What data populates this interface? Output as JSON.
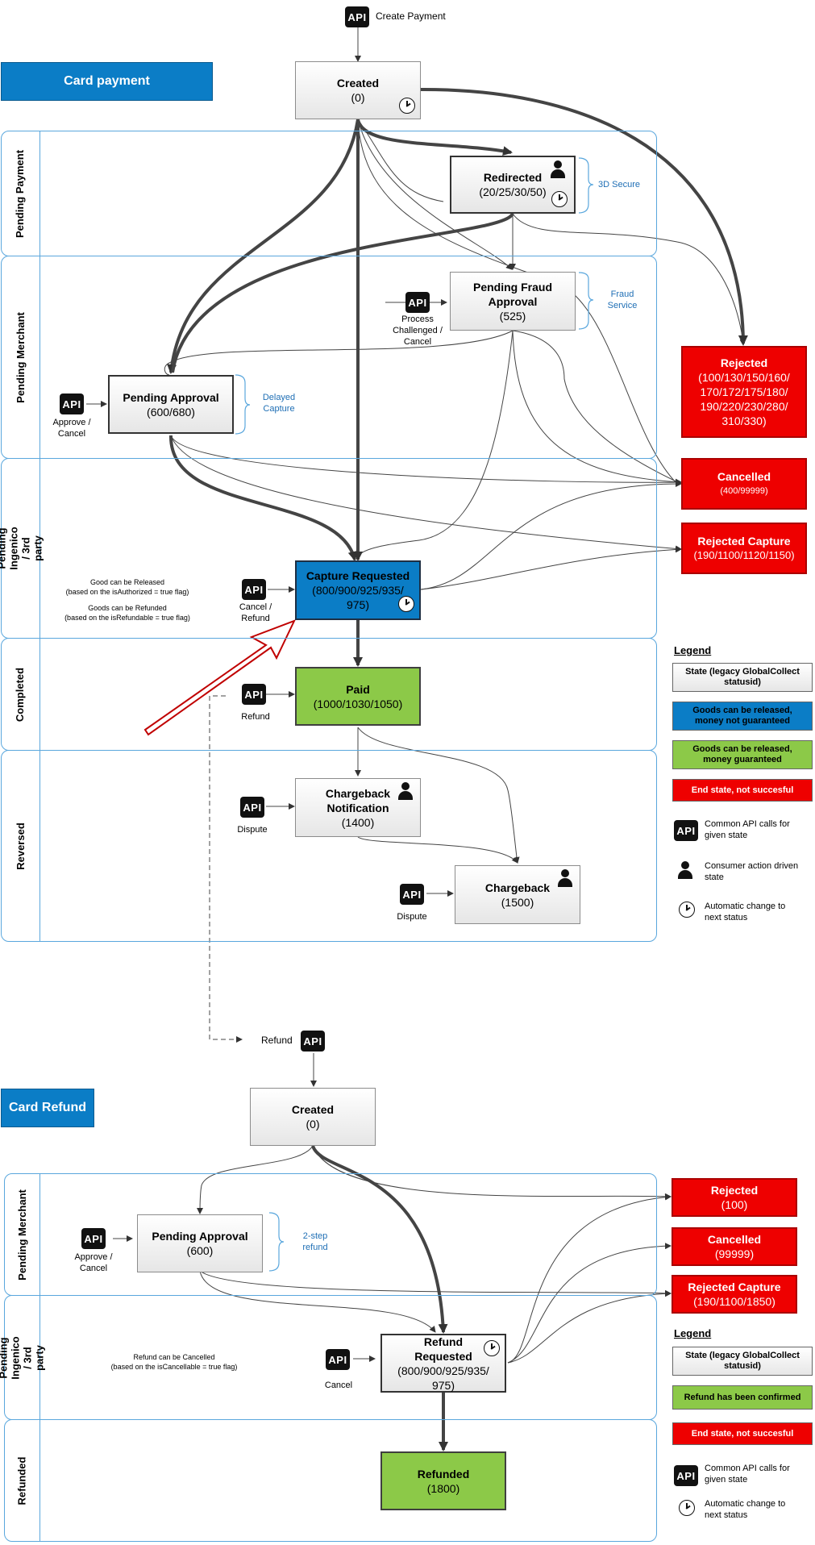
{
  "payment": {
    "header": "Card payment",
    "create_label": "Create Payment",
    "lanes": [
      "Pending Payment",
      "Pending Merchant",
      "Pending Ingenico / 3rd party",
      "Completed",
      "Reversed"
    ],
    "states": {
      "created": {
        "title": "Created",
        "code": "(0)"
      },
      "redirected": {
        "title": "Redirected",
        "code": "(20/25/30/50)"
      },
      "fraud": {
        "title": "Pending Fraud Approval",
        "code": "(525)"
      },
      "approval": {
        "title": "Pending Approval",
        "code": "(600/680)"
      },
      "capture": {
        "title": "Capture Requested",
        "code": "(800/900/925/935/ 975)"
      },
      "paid": {
        "title": "Paid",
        "code": "(1000/1030/1050)"
      },
      "cb_notification": {
        "title": "Chargeback Notification",
        "code": "(1400)"
      },
      "chargeback": {
        "title": "Chargeback",
        "code": "(1500)"
      },
      "rejected": {
        "title": "Rejected",
        "code": "(100/130/150/160/ 170/172/175/180/ 190/220/230/280/ 310/330)"
      },
      "cancelled": {
        "title": "Cancelled",
        "code": "(400/99999)"
      },
      "rejected_capture": {
        "title": "Rejected Capture",
        "code": "(190/1100/1120/1150)"
      }
    },
    "annotations": {
      "secure": "3D Secure",
      "fraud_service": "Fraud Service",
      "delayed": "Delayed Capture"
    },
    "api_labels": {
      "fraud": "Process Challenged / Cancel",
      "approval": "Approve / Cancel",
      "capture": "Cancel / Refund",
      "paid": "Refund",
      "cb_notification": "Dispute",
      "chargeback": "Dispute"
    },
    "notes": {
      "release": "Good can be Released",
      "release_sub": "(based on the isAuthorized = true flag)",
      "refund": "Goods can be Refunded",
      "refund_sub": "(based on the isRefundable = true flag)"
    },
    "legend": {
      "title": "Legend",
      "state": "State (legacy GlobalCollect statusid)",
      "blue": "Goods can be released, money not guaranteed",
      "green": "Goods can be released, money guaranteed",
      "red": "End state, not succesful",
      "api": "Common API calls for given state",
      "consumer": "Consumer action driven state",
      "auto": "Automatic change to next status"
    }
  },
  "refund": {
    "header": "Card Refund",
    "refund_label": "Refund",
    "lanes": [
      "Pending Merchant",
      "Pending Ingenico / 3rd party",
      "Refunded"
    ],
    "states": {
      "created": {
        "title": "Created",
        "code": "(0)"
      },
      "approval": {
        "title": "Pending Approval",
        "code": "(600)"
      },
      "requested": {
        "title": "Refund Requested",
        "code": "(800/900/925/935/ 975)"
      },
      "refunded": {
        "title": "Refunded",
        "code": "(1800)"
      },
      "rejected": {
        "title": "Rejected",
        "code": "(100)"
      },
      "cancelled": {
        "title": "Cancelled",
        "code": "(99999)"
      },
      "rejected_capture": {
        "title": "Rejected Capture",
        "code": "(190/1100/1850)"
      }
    },
    "annotations": {
      "two_step": "2-step refund"
    },
    "api_labels": {
      "approval": "Approve / Cancel",
      "requested": "Cancel"
    },
    "notes": {
      "cancel": "Refund can be Cancelled",
      "cancel_sub": "(based on the isCancellable = true flag)"
    },
    "legend": {
      "title": "Legend",
      "state": "State (legacy GlobalCollect statusid)",
      "green": "Refund has been confirmed",
      "red": "End state, not succesful",
      "api": "Common API calls for given state",
      "auto": "Automatic change to next status"
    }
  },
  "api_icon_text": "API",
  "colors": {
    "blue": "#0b7dc6",
    "green": "#8cc948",
    "red": "#ee0000",
    "lane_border": "#5aa7dd"
  }
}
